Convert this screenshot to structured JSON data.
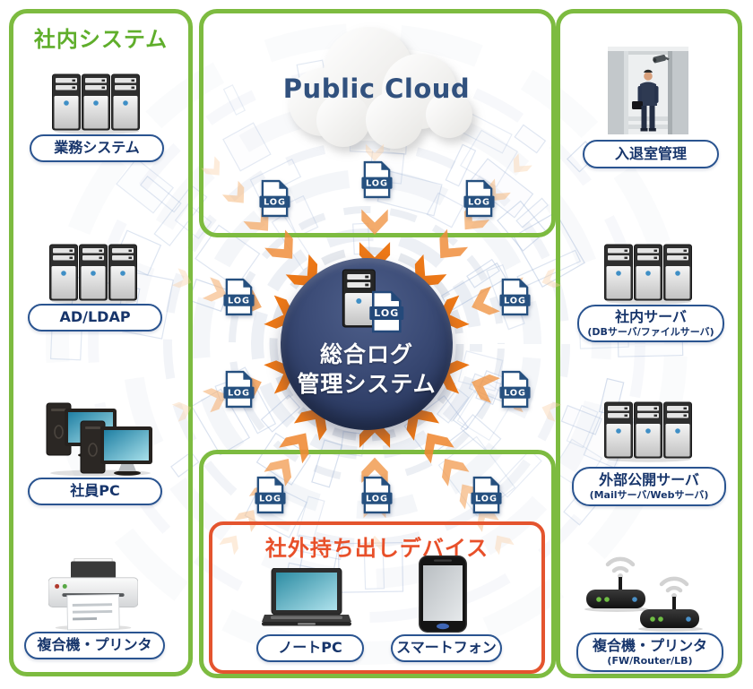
{
  "sections": {
    "internal_title": "社内システム",
    "cloud_label": "Public Cloud",
    "external_title": "社外持ち出しデバイス"
  },
  "hub": {
    "line1": "総合ログ",
    "line2": "管理システム",
    "icon": "server-log-icon"
  },
  "log_badge": "LOG",
  "groups": [
    {
      "id": "gyomu",
      "label": "業務システム",
      "sublabel": "",
      "icon": "server-trio-icon"
    },
    {
      "id": "adldap",
      "label": "AD/LDAP",
      "sublabel": "",
      "icon": "server-trio-icon"
    },
    {
      "id": "pc",
      "label": "社員PC",
      "sublabel": "",
      "icon": "desktop-pc-icon"
    },
    {
      "id": "printer",
      "label": "複合機・プリンタ",
      "sublabel": "",
      "icon": "printer-icon"
    },
    {
      "id": "nyutai",
      "label": "入退室管理",
      "sublabel": "",
      "icon": "entrance-icon"
    },
    {
      "id": "shanai-server",
      "label": "社内サーバ",
      "sublabel": "(DBサーバ/ファイルサーバ)",
      "icon": "server-trio-icon"
    },
    {
      "id": "gaibu-server",
      "label": "外部公開サーバ",
      "sublabel": "(Mailサーバ/Webサーバ)",
      "icon": "server-trio-icon"
    },
    {
      "id": "network",
      "label": "複合機・プリンタ",
      "sublabel": "(FW/Router/LB)",
      "icon": "router-icon"
    },
    {
      "id": "notepc",
      "label": "ノートPC",
      "sublabel": "",
      "icon": "laptop-icon"
    },
    {
      "id": "smartphone",
      "label": "スマートフォン",
      "sublabel": "",
      "icon": "smartphone-icon"
    }
  ],
  "colors": {
    "box_green": "#7DBB40",
    "box_red": "#E4542E",
    "arrow_orange": "#EC7818",
    "arrow_orange_light": "#F9CDA0",
    "navy": "#26507F",
    "pill_border": "#2A5490",
    "pill_text": "#17356B",
    "hub_navy": "#2C3B63",
    "title_green": "#5FAE2B",
    "title_red": "#E8502A"
  }
}
